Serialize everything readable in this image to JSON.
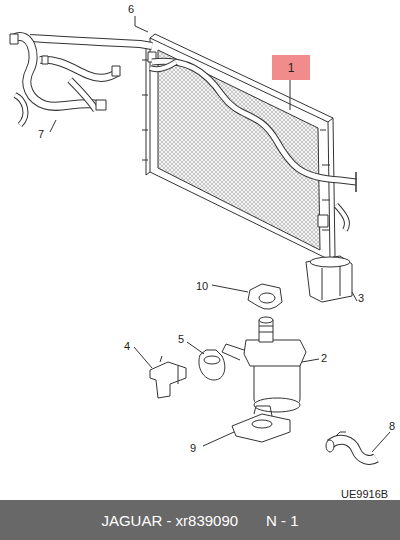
{
  "diagram": {
    "nodes": [
      {
        "text": [
          "1"
        ]
      },
      {
        "text": [
          "JAGUAR - xr839090",
          "N - 1"
        ]
      }
    ],
    "labels": [
      "6",
      "7",
      "10",
      "3",
      "4",
      "5",
      "2",
      "9",
      "8",
      "UE9916B"
    ]
  }
}
